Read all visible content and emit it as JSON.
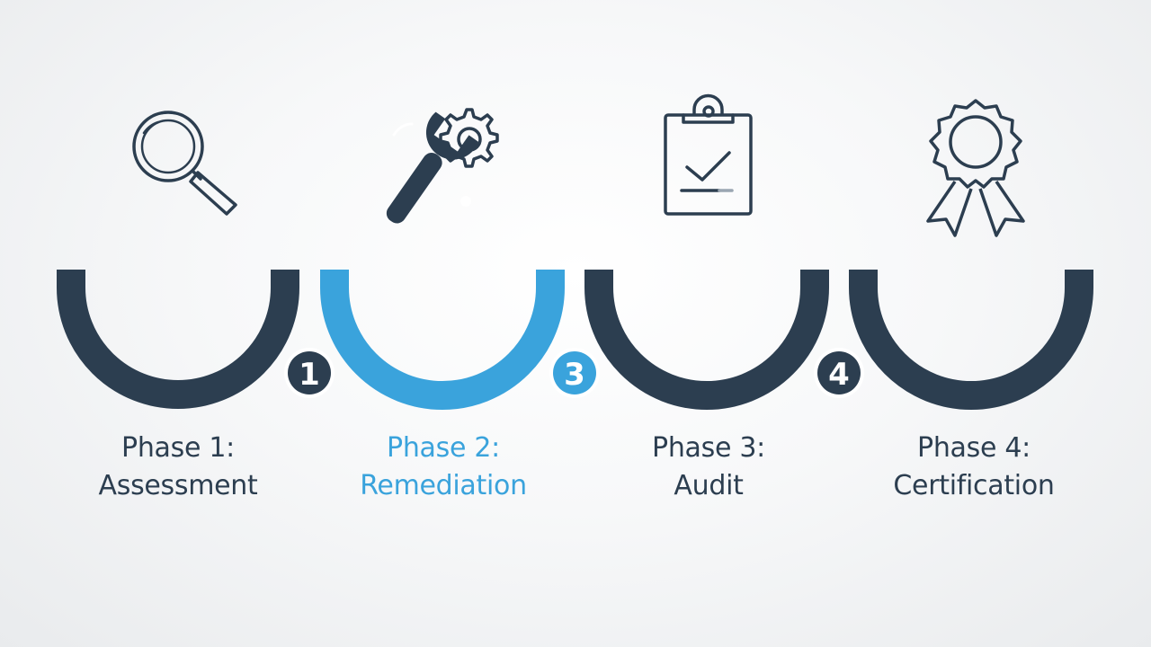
{
  "colors": {
    "navy": "#2c3e50",
    "accent": "#3aa3dc",
    "background": "#f4f5f6"
  },
  "phases": [
    {
      "title": "Phase 1:",
      "name": "Assessment",
      "icon": "magnifier-icon",
      "active": false
    },
    {
      "title": "Phase 2:",
      "name": "Remediation",
      "icon": "wrench-gear-icon",
      "active": true
    },
    {
      "title": "Phase 3:",
      "name": "Audit",
      "icon": "clipboard-check-icon",
      "active": false
    },
    {
      "title": "Phase 4:",
      "name": "Certification",
      "icon": "award-ribbon-icon",
      "active": false
    }
  ],
  "badges": [
    {
      "number": "1",
      "active": false
    },
    {
      "number": "3",
      "active": true
    },
    {
      "number": "4",
      "active": false
    }
  ]
}
